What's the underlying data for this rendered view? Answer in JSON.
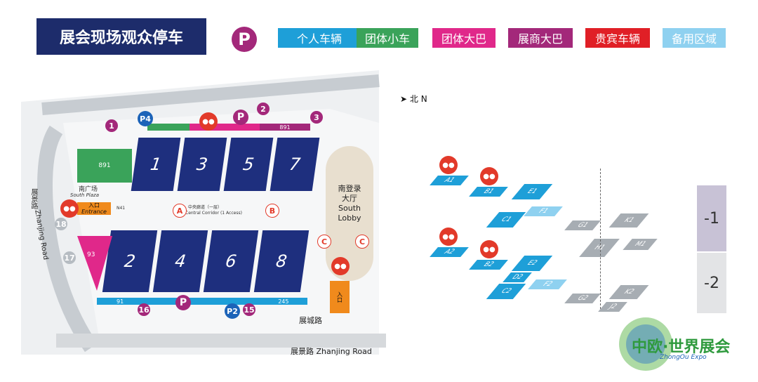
{
  "title": "展会现场观众停车",
  "parking_symbol": "P",
  "legend": [
    {
      "label": "个人车辆",
      "color": "#1e9fd8"
    },
    {
      "label": "团体小车",
      "color": "#3aa35a"
    },
    {
      "label": "团体大巴",
      "color": "#e0288a"
    },
    {
      "label": "展商大巴",
      "color": "#a3287a"
    },
    {
      "label": "贵宾车辆",
      "color": "#e01f26"
    },
    {
      "label": "备用区域",
      "color": "#8fd1f0"
    }
  ],
  "compass": "北 N",
  "halls": [
    "1",
    "3",
    "5",
    "7",
    "2",
    "4",
    "6",
    "8"
  ],
  "south_plaza": {
    "cn": "南广场",
    "en": "South Plaza"
  },
  "south_lobby": {
    "cn1": "南登录",
    "cn2": "大厅",
    "en1": "South",
    "en2": "Lobby"
  },
  "central_corridor": {
    "cn": "中央廊道（一层）",
    "en": "Central Corridor (1 Access)"
  },
  "entrance": {
    "cn": "入口",
    "en": "Entrance"
  },
  "numbers": {
    "n891a": "891",
    "n891b": "891",
    "n93": "93",
    "n91": "91",
    "n245": "245",
    "c1": "1",
    "c2": "2",
    "c3": "3",
    "c15": "15",
    "c16": "16",
    "c17": "17",
    "c18": "18",
    "p4": "P4",
    "p2": "P2",
    "pP": "P",
    "pP2": "P",
    "a": "A",
    "b": "B",
    "c": "C"
  },
  "roads": {
    "zhancheng": "展城路",
    "zhanjing_bottom": "展景路  Zhanjing Road",
    "zhanjing_left_cn": "展景路",
    "zhanjing_left_en": "Zhanjing Road",
    "n41": "N41"
  },
  "zones": {
    "A1": "A1",
    "B1": "B1",
    "E1": "E1",
    "F1": "F1",
    "C1": "C1",
    "G1": "G1",
    "K1": "K1",
    "H1": "H1",
    "M1": "M1",
    "A2": "A2",
    "B2": "B2",
    "E2": "E2",
    "D2": "D2",
    "F2": "F2",
    "C2": "C2",
    "G2": "G2",
    "K2": "K2",
    "J2": "J2"
  },
  "levels": [
    "-1",
    "-2"
  ],
  "logo": {
    "cn": "中欧·世界展会",
    "en": "ZhongOu Expo"
  }
}
